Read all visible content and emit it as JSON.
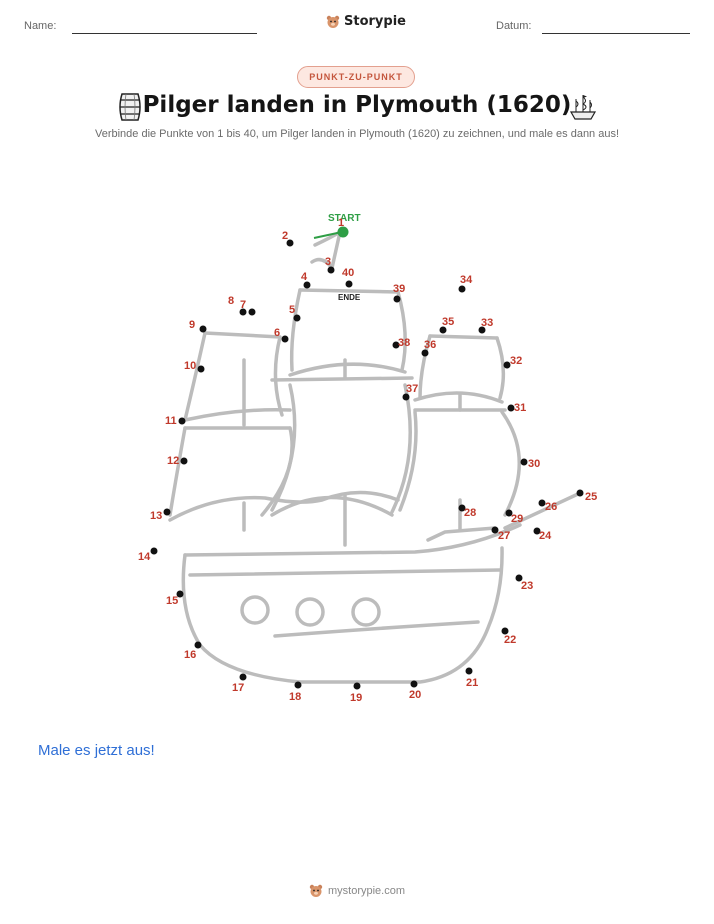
{
  "header": {
    "name_label": "Name:",
    "date_label": "Datum:",
    "brand": "Storypie"
  },
  "badge": "PUNKT-ZU-PUNKT",
  "title": "Pilger landen in Plymouth (1620)",
  "subtitle": "Verbinde die Punkte von 1 bis 40, um Pilger landen in Plymouth (1620) zu zeichnen, und male es dann aus!",
  "icons": {
    "left": "barrel-icon",
    "right": "ship-icon",
    "brand": "bear-mascot-icon"
  },
  "colors": {
    "dot": "#111111",
    "number": "#c0392b",
    "start": "#2e9e45",
    "outline": "#bcbcbc",
    "link": "#2f6fd6"
  },
  "puzzle": {
    "start_label": "START",
    "end_label": "ENDE",
    "dots": [
      {
        "n": "1"
      },
      {
        "n": "2"
      },
      {
        "n": "3"
      },
      {
        "n": "4"
      },
      {
        "n": "5"
      },
      {
        "n": "6"
      },
      {
        "n": "7"
      },
      {
        "n": "8"
      },
      {
        "n": "9"
      },
      {
        "n": "10"
      },
      {
        "n": "11"
      },
      {
        "n": "12"
      },
      {
        "n": "13"
      },
      {
        "n": "14"
      },
      {
        "n": "15"
      },
      {
        "n": "16"
      },
      {
        "n": "17"
      },
      {
        "n": "18"
      },
      {
        "n": "19"
      },
      {
        "n": "20"
      },
      {
        "n": "21"
      },
      {
        "n": "22"
      },
      {
        "n": "23"
      },
      {
        "n": "24"
      },
      {
        "n": "25"
      },
      {
        "n": "26"
      },
      {
        "n": "27"
      },
      {
        "n": "28"
      },
      {
        "n": "29"
      },
      {
        "n": "30"
      },
      {
        "n": "31"
      },
      {
        "n": "32"
      },
      {
        "n": "33"
      },
      {
        "n": "34"
      },
      {
        "n": "35"
      },
      {
        "n": "36"
      },
      {
        "n": "37"
      },
      {
        "n": "38"
      },
      {
        "n": "39"
      },
      {
        "n": "40"
      }
    ]
  },
  "colour_note": "Male es jetzt aus!",
  "footer": "mystorypie.com"
}
